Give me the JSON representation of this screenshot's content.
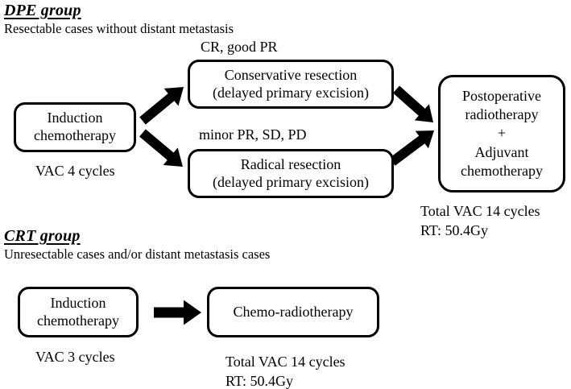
{
  "colors": {
    "ink": "#000000",
    "background": "#ffffff"
  },
  "dpe": {
    "heading": "DPE group",
    "subtitle": "Resectable cases without distant metastasis",
    "induction_box": "Induction\nchemotherapy",
    "induction_note": "VAC 4 cycles",
    "branch_top_label": "CR, good PR",
    "conservative_box": "Conservative resection\n(delayed primary excision)",
    "branch_bottom_label": "minor PR, SD, PD",
    "radical_box": "Radical resection\n(delayed primary excision)",
    "postoperative_box": "Postoperative\nradiotherapy\n+\nAdjuvant\nchemotherapy",
    "outcome_note": "Total VAC 14 cycles\nRT: 50.4Gy"
  },
  "crt": {
    "heading": "CRT group",
    "subtitle": "Unresectable cases and/or distant metastasis cases",
    "induction_box": "Induction\nchemotherapy",
    "induction_note": "VAC 3 cycles",
    "chemoradiotherapy_box": "Chemo-radiotherapy",
    "outcome_note": "Total VAC 14 cycles\nRT: 50.4Gy"
  }
}
